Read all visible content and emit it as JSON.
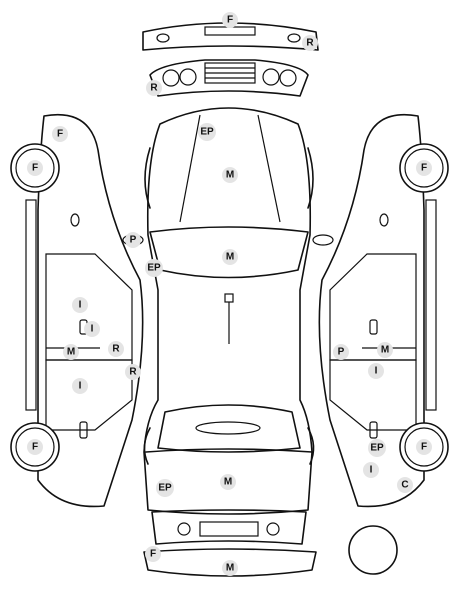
{
  "colors": {
    "line": "#111111",
    "badge_fill": "#e4e4e4",
    "background": "#ffffff"
  },
  "damage_markers": [
    {
      "id": "front-bumper-top-f",
      "code": "F"
    },
    {
      "id": "front-bumper-top-r",
      "code": "R"
    },
    {
      "id": "front-grille-r",
      "code": "R"
    },
    {
      "id": "hood-ep",
      "code": "EP"
    },
    {
      "id": "hood-m",
      "code": "M"
    },
    {
      "id": "windshield-m",
      "code": "M"
    },
    {
      "id": "left-mirror-p",
      "code": "P"
    },
    {
      "id": "left-pillar-ep",
      "code": "EP"
    },
    {
      "id": "left-front-fender-f",
      "code": "F"
    },
    {
      "id": "left-front-wheel-f",
      "code": "F"
    },
    {
      "id": "left-front-door-i",
      "code": "I"
    },
    {
      "id": "left-front-handle-i",
      "code": "I"
    },
    {
      "id": "left-sill-m",
      "code": "M"
    },
    {
      "id": "left-sill-r",
      "code": "R"
    },
    {
      "id": "left-rear-r",
      "code": "R"
    },
    {
      "id": "left-rear-door-i",
      "code": "I"
    },
    {
      "id": "left-rear-wheel-f",
      "code": "F"
    },
    {
      "id": "right-front-wheel-f",
      "code": "F"
    },
    {
      "id": "right-door-p",
      "code": "P"
    },
    {
      "id": "right-sill-m",
      "code": "M"
    },
    {
      "id": "right-rear-door-i",
      "code": "I"
    },
    {
      "id": "right-rear-ep",
      "code": "EP"
    },
    {
      "id": "right-rear-wheel-f",
      "code": "F"
    },
    {
      "id": "right-quarter-i",
      "code": "I"
    },
    {
      "id": "right-quarter-c",
      "code": "C"
    },
    {
      "id": "trunk-ep",
      "code": "EP"
    },
    {
      "id": "trunk-m",
      "code": "M"
    },
    {
      "id": "rear-bumper-f",
      "code": "F"
    },
    {
      "id": "rear-bumper-m",
      "code": "M"
    }
  ]
}
